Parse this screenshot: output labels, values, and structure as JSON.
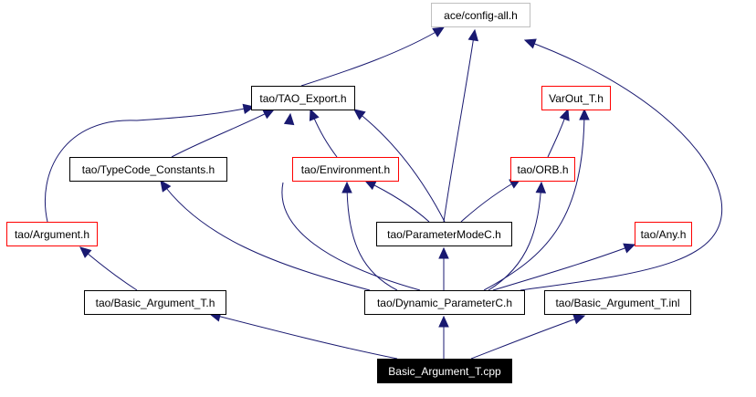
{
  "diagram": {
    "type": "include-dependency-graph",
    "root": "Basic_Argument_T.cpp",
    "colors": {
      "edge": "#191970",
      "border_normal": "#000000",
      "border_truncated": "#ff0000",
      "border_external": "#bfbfbf",
      "root_fill": "#000000",
      "root_text": "#ffffff",
      "text": "#000000"
    },
    "nodes": [
      {
        "id": "config_all",
        "label": "ace/config-all.h",
        "style": "external"
      },
      {
        "id": "tao_export",
        "label": "tao/TAO_Export.h",
        "style": "normal"
      },
      {
        "id": "varout",
        "label": "VarOut_T.h",
        "style": "truncated"
      },
      {
        "id": "typecode_constants",
        "label": "tao/TypeCode_Constants.h",
        "style": "normal"
      },
      {
        "id": "environment",
        "label": "tao/Environment.h",
        "style": "truncated"
      },
      {
        "id": "orb",
        "label": "tao/ORB.h",
        "style": "truncated"
      },
      {
        "id": "argument",
        "label": "tao/Argument.h",
        "style": "truncated"
      },
      {
        "id": "parametermodec",
        "label": "tao/ParameterModeC.h",
        "style": "normal"
      },
      {
        "id": "any",
        "label": "tao/Any.h",
        "style": "truncated"
      },
      {
        "id": "basic_argument_h",
        "label": "tao/Basic_Argument_T.h",
        "style": "normal"
      },
      {
        "id": "dynamic_parameterc",
        "label": "tao/Dynamic_ParameterC.h",
        "style": "normal"
      },
      {
        "id": "basic_argument_inl",
        "label": "tao/Basic_Argument_T.inl",
        "style": "normal"
      },
      {
        "id": "root",
        "label": "Basic_Argument_T.cpp",
        "style": "root"
      }
    ],
    "edges": [
      {
        "from": "tao_export",
        "to": "config_all"
      },
      {
        "from": "parametermodec",
        "to": "config_all"
      },
      {
        "from": "dynamic_parameterc",
        "to": "config_all"
      },
      {
        "from": "typecode_constants",
        "to": "tao_export"
      },
      {
        "from": "argument",
        "to": "tao_export"
      },
      {
        "from": "environment",
        "to": "tao_export"
      },
      {
        "from": "parametermodec",
        "to": "tao_export"
      },
      {
        "from": "dynamic_parameterc",
        "to": "tao_export"
      },
      {
        "from": "orb",
        "to": "varout"
      },
      {
        "from": "dynamic_parameterc",
        "to": "varout"
      },
      {
        "from": "parametermodec",
        "to": "environment"
      },
      {
        "from": "dynamic_parameterc",
        "to": "environment"
      },
      {
        "from": "parametermodec",
        "to": "orb"
      },
      {
        "from": "dynamic_parameterc",
        "to": "orb"
      },
      {
        "from": "dynamic_parameterc",
        "to": "typecode_constants"
      },
      {
        "from": "dynamic_parameterc",
        "to": "parametermodec"
      },
      {
        "from": "dynamic_parameterc",
        "to": "any"
      },
      {
        "from": "basic_argument_h",
        "to": "argument"
      },
      {
        "from": "root",
        "to": "basic_argument_h"
      },
      {
        "from": "root",
        "to": "dynamic_parameterc"
      },
      {
        "from": "root",
        "to": "basic_argument_inl"
      }
    ]
  }
}
